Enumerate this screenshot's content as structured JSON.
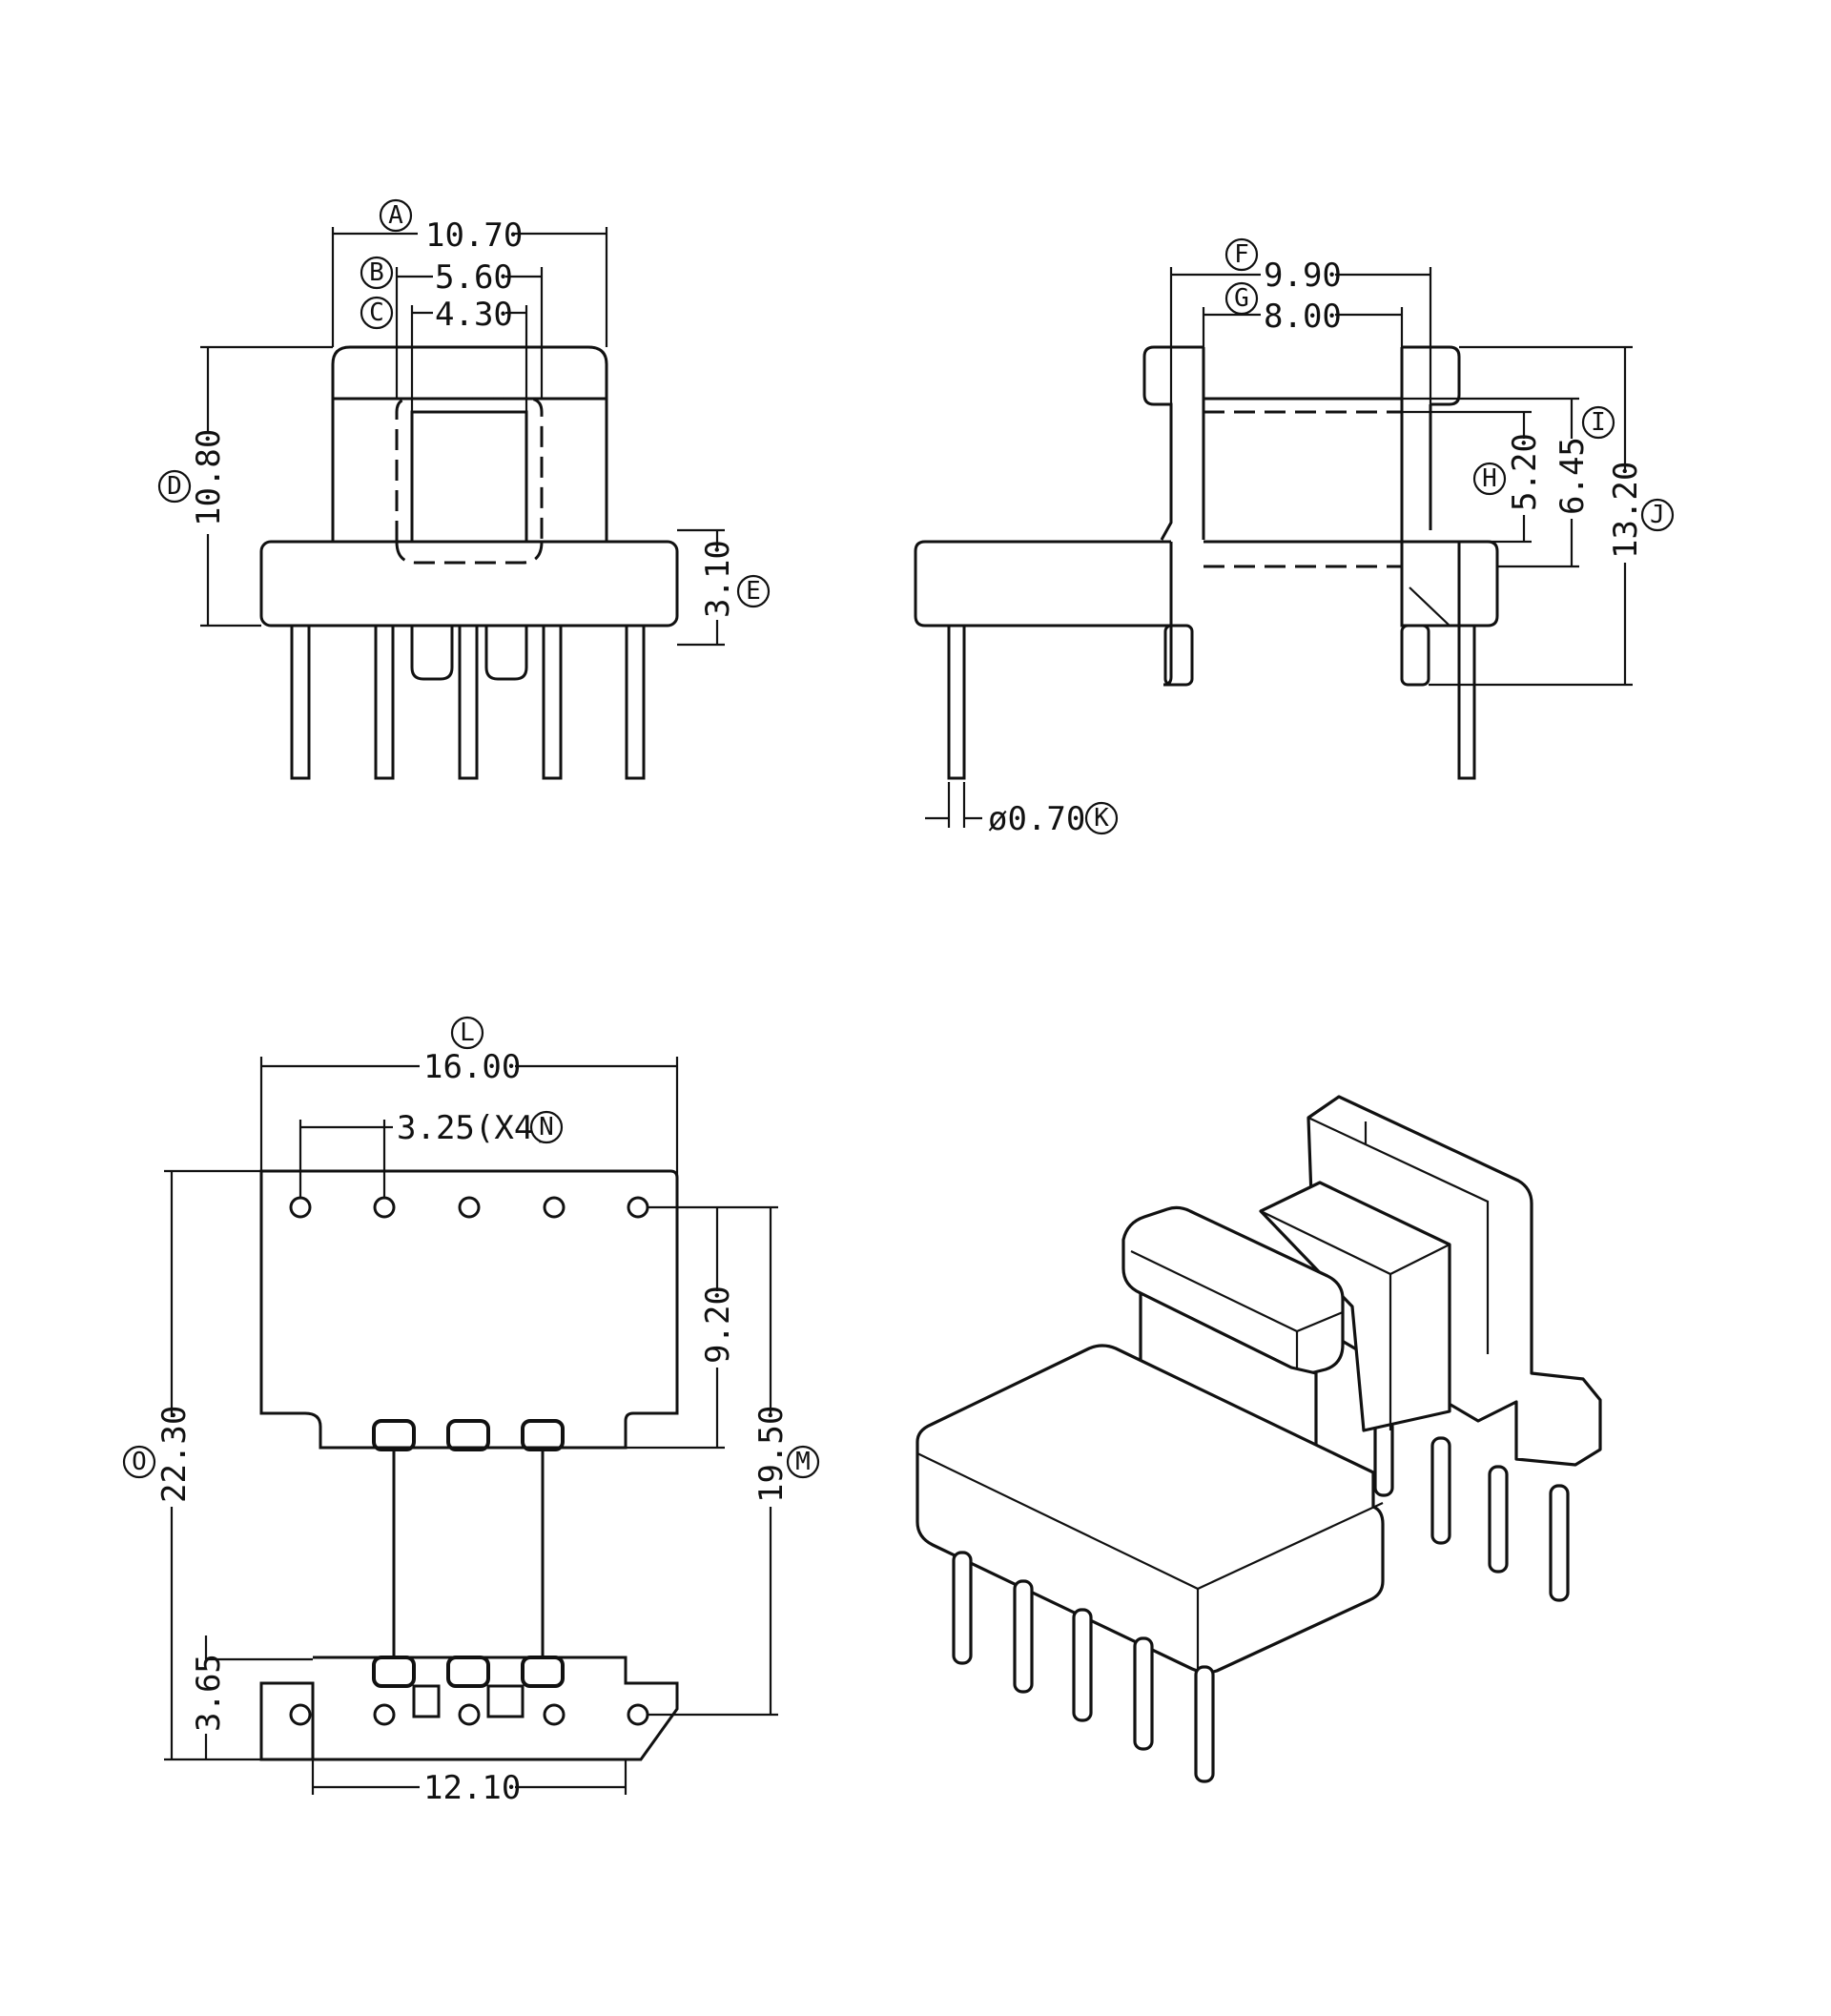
{
  "dimensions": {
    "A": {
      "letter": "A",
      "value": "10.70"
    },
    "B": {
      "letter": "B",
      "value": "5.60"
    },
    "C": {
      "letter": "C",
      "value": "4.30"
    },
    "D": {
      "letter": "D",
      "value": "10.80"
    },
    "E": {
      "letter": "E",
      "value": "3.10"
    },
    "F": {
      "letter": "F",
      "value": "9.90"
    },
    "G": {
      "letter": "G",
      "value": "8.00"
    },
    "H": {
      "letter": "H",
      "value": "5.20"
    },
    "I": {
      "letter": "I",
      "value": "6.45"
    },
    "J": {
      "letter": "J",
      "value": "13.20"
    },
    "K": {
      "letter": "K",
      "value": "ø0.70"
    },
    "L": {
      "letter": "L",
      "value": "16.00"
    },
    "M": {
      "letter": "M",
      "value": "19.50"
    },
    "N": {
      "letter": "N",
      "value": "3.25(X4)"
    },
    "O": {
      "letter": "O",
      "value": "22.30"
    },
    "P": {
      "value": "9.20"
    },
    "Q": {
      "value": "3.65"
    },
    "R": {
      "value": "12.10"
    }
  }
}
